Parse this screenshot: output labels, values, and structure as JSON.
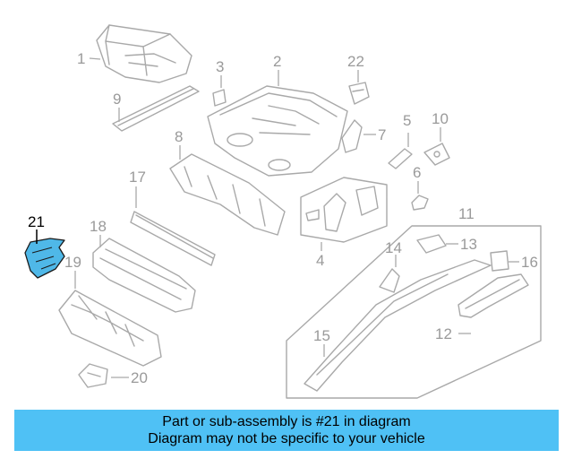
{
  "callouts": {
    "c1": "1",
    "c2": "2",
    "c3": "3",
    "c4": "4",
    "c5": "5",
    "c6": "6",
    "c7": "7",
    "c8": "8",
    "c9": "9",
    "c10": "10",
    "c11": "11",
    "c12": "12",
    "c13": "13",
    "c14": "14",
    "c15": "15",
    "c16": "16",
    "c17": "17",
    "c18": "18",
    "c19": "19",
    "c20": "20",
    "c21": "21",
    "c22": "22"
  },
  "highlight": {
    "part": "21",
    "color": "#4fb8e8"
  },
  "caption": {
    "line1": "Part or sub-assembly is #21 in diagram",
    "line2": "Diagram may not be specific to your vehicle",
    "background": "#4fc1f5"
  }
}
